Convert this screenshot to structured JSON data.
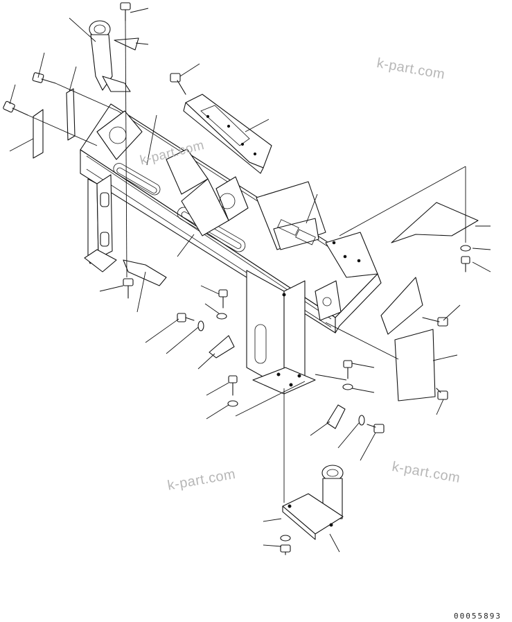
{
  "watermarks": [
    "k-part.com",
    "k-part.com",
    "k-part.com",
    "k-part.com"
  ],
  "drawing_number": "00055893",
  "colors": {
    "line": "#111111",
    "watermark": "#b7b7b7",
    "background": "#ffffff"
  }
}
